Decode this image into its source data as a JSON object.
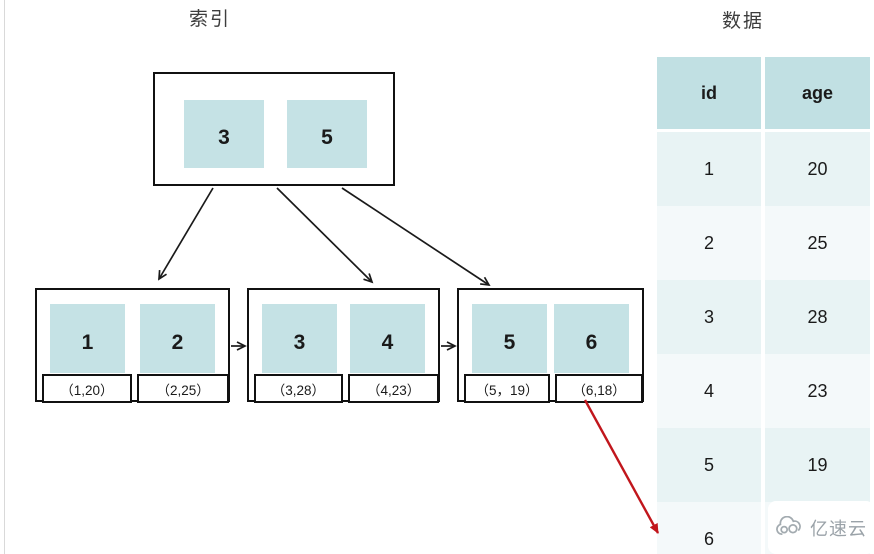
{
  "titles": {
    "index": "索引",
    "data": "数据"
  },
  "colors": {
    "key_box": "#c5e2e5",
    "table_header_bg": "#c1e0e3",
    "row_odd_bg": "#e8f3f4",
    "row_even_bg": "#f4f9fa",
    "arrow_black": "#1a1a1a",
    "arrow_red": "#c1161c",
    "watermark_gray": "#9aa2a8"
  },
  "tree": {
    "root": {
      "keys": [
        "3",
        "5"
      ]
    },
    "leaves": [
      {
        "keys": [
          "1",
          "2"
        ],
        "records": [
          "（1,20）",
          "（2,25）"
        ]
      },
      {
        "keys": [
          "3",
          "4"
        ],
        "records": [
          "（3,28）",
          "（4,23）"
        ]
      },
      {
        "keys": [
          "5",
          "6"
        ],
        "records": [
          "（5，19）",
          "（6,18）"
        ]
      }
    ]
  },
  "table": {
    "headers": [
      "id",
      "age"
    ],
    "rows": [
      [
        "1",
        "20"
      ],
      [
        "2",
        "25"
      ],
      [
        "3",
        "28"
      ],
      [
        "4",
        "23"
      ],
      [
        "5",
        "19"
      ],
      [
        "6",
        ""
      ]
    ]
  },
  "watermark": {
    "text": "亿速云"
  }
}
